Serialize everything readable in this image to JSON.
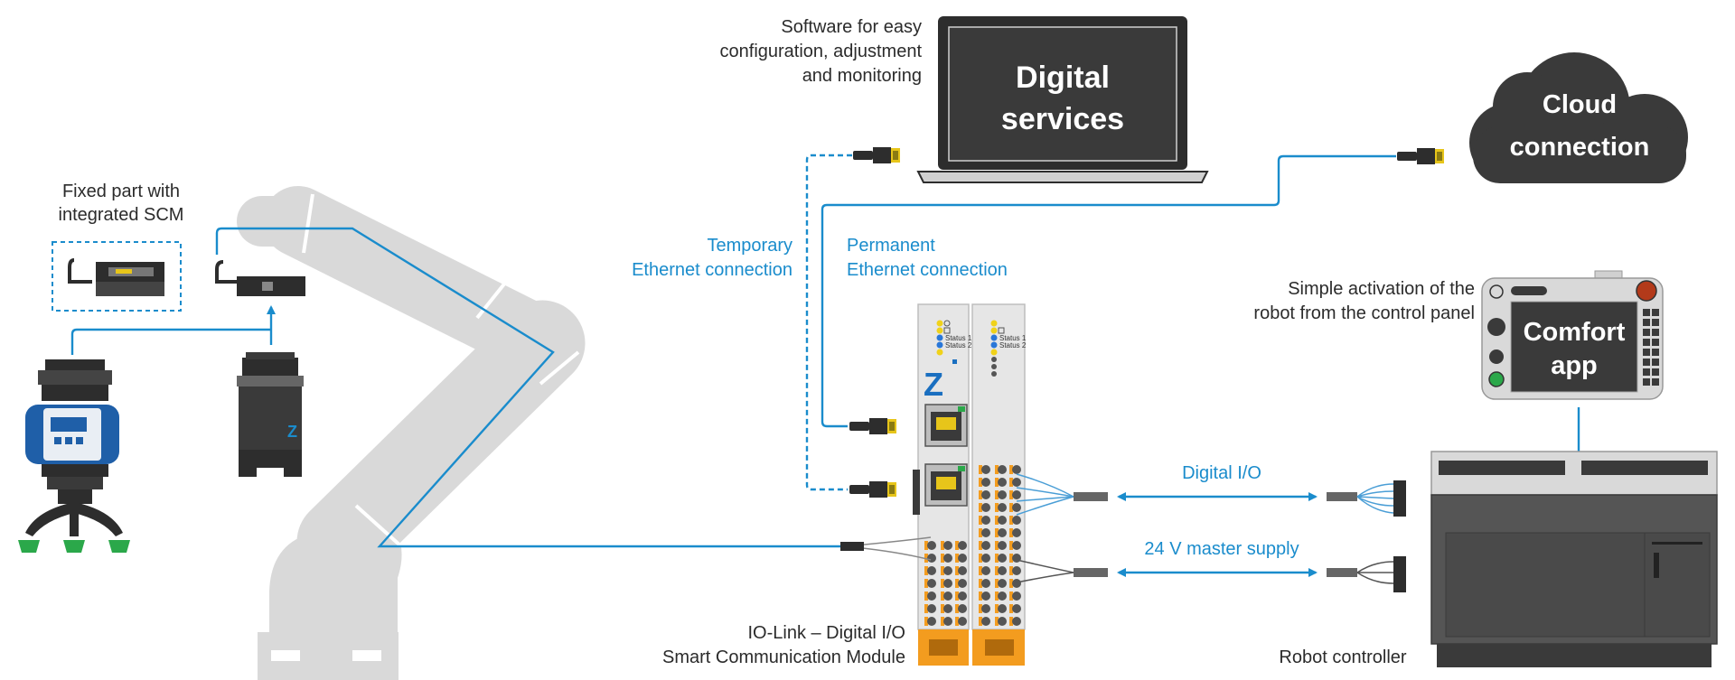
{
  "colors": {
    "accent": "#1a8ccc",
    "robot_arm": "#d9d9d9",
    "dark_panel": "#3a3a3a",
    "module_body": "#e6e6e6",
    "terminal_orange": "#f39c1f",
    "suction_green": "#2ba84a"
  },
  "labels": {
    "software": [
      "Software for easy",
      "configuration, adjustment",
      "and monitoring"
    ],
    "fixed_part": [
      "Fixed part with",
      "integrated SCM"
    ],
    "temporary": [
      "Temporary",
      "Ethernet connection"
    ],
    "permanent": [
      "Permanent",
      "Ethernet connection"
    ],
    "simple_activation": [
      "Simple activation of the",
      "robot from the control panel"
    ],
    "digital_io": "Digital I/O",
    "master_supply": "24 V master supply",
    "scm": [
      "IO-Link – Digital I/O",
      "Smart Communication Module"
    ],
    "robot_controller": "Robot controller"
  },
  "screens": {
    "digital_services": [
      "Digital",
      "services"
    ],
    "cloud": [
      "Cloud",
      "connection"
    ],
    "comfort": [
      "Comfort",
      "app"
    ]
  },
  "module": {
    "status1": "Status 1",
    "status2": "Status 2"
  },
  "icons": [
    "laptop-icon",
    "cloud-icon",
    "ethernet-plug-icon",
    "teach-pendant-icon",
    "robot-arm-icon",
    "gripper-icon",
    "vacuum-gripper-icon",
    "robot-controller-icon",
    "scm-module-icon"
  ]
}
